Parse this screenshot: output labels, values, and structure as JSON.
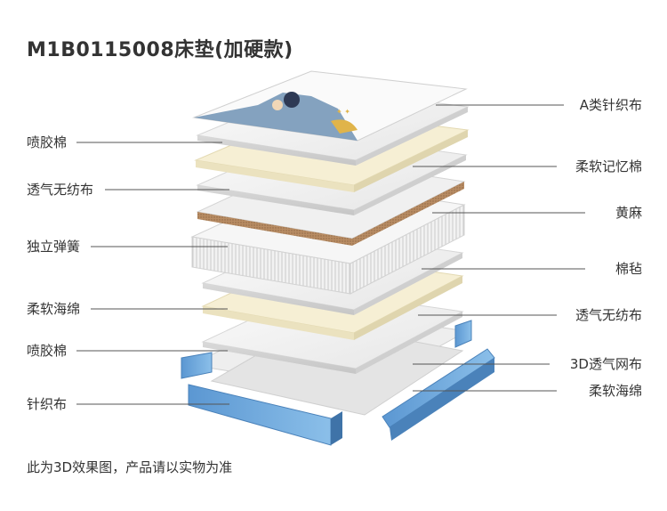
{
  "title": "M1B0115008床垫(加硬款)",
  "footnote": "此为3D效果图，产品请以实物为准",
  "left_labels": [
    "喷胶棉",
    "透气无纺布",
    "独立弹簧",
    "柔软海绵",
    "喷胶棉",
    "针织布"
  ],
  "right_labels": [
    "A类针织布",
    "柔软记忆棉",
    "黄麻",
    "棉毡",
    "透气无纺布",
    "3D透气网布",
    "柔软海绵"
  ],
  "colors": {
    "layer_white": "#f4f4f4",
    "memory_foam": "#f4eccb",
    "jute": "#b98e66",
    "blue_border": "#6aa6dd",
    "line": "#555555"
  }
}
